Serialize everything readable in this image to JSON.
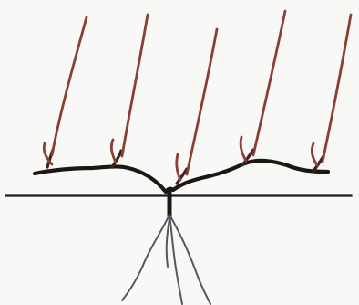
{
  "diagram": {
    "colors": {
      "background": "#f8f8f7",
      "cane": "#8b3e34",
      "cordon": "#1c1714",
      "ground": "#1b1b24",
      "root": "#555860"
    },
    "parts": [
      "ground-line",
      "cordon",
      "canes",
      "spurs",
      "roots"
    ],
    "cane_count": 5
  }
}
